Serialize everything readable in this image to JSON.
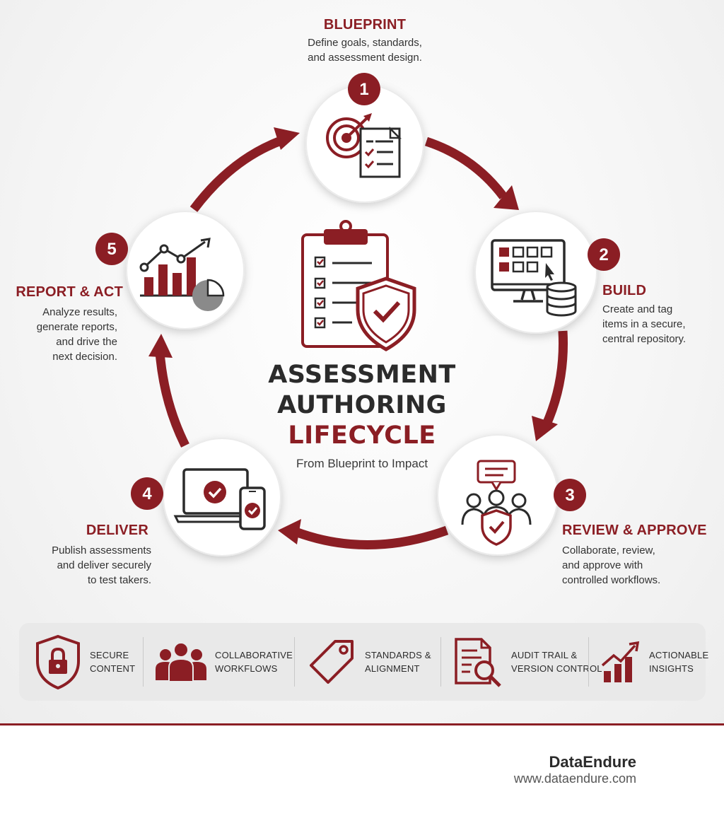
{
  "colors": {
    "accent": "#8b1e24",
    "dark": "#2b2b2b",
    "panel": "#e9e9e9"
  },
  "center": {
    "title_line1": "ASSESSMENT",
    "title_line2": "AUTHORING",
    "title_line3": "LIFECYCLE",
    "subtitle": "From Blueprint to Impact",
    "icon": "clipboard-shield-icon"
  },
  "steps": [
    {
      "number": "1",
      "title": "BLUEPRINT",
      "desc": [
        "Define goals, standards,",
        "and assessment design."
      ],
      "icon": "target-document-icon"
    },
    {
      "number": "2",
      "title": "BUILD",
      "desc": [
        "Create and tag",
        "items in a secure,",
        "central repository."
      ],
      "icon": "monitor-database-icon"
    },
    {
      "number": "3",
      "title": "REVIEW & APPROVE",
      "desc": [
        "Collaborate, review,",
        "and approve with",
        "controlled workflows."
      ],
      "icon": "team-review-icon"
    },
    {
      "number": "4",
      "title": "DELIVER",
      "desc": [
        "Publish assessments",
        "and deliver securely",
        "to test takers."
      ],
      "icon": "laptop-phone-icon"
    },
    {
      "number": "5",
      "title": "REPORT & ACT",
      "desc": [
        "Analyze results,",
        "generate reports,",
        "and drive the",
        "next decision."
      ],
      "icon": "chart-analytics-icon"
    }
  ],
  "features": [
    {
      "line1": "SECURE",
      "line2": "CONTENT",
      "icon": "shield-lock-icon"
    },
    {
      "line1": "COLLABORATIVE",
      "line2": "WORKFLOWS",
      "icon": "people-icon"
    },
    {
      "line1": "STANDARDS &",
      "line2": "ALIGNMENT",
      "icon": "tag-icon"
    },
    {
      "line1": "AUDIT TRAIL &",
      "line2": "VERSION CONTROL",
      "icon": "document-search-icon"
    },
    {
      "line1": "ACTIONABLE",
      "line2": "INSIGHTS",
      "icon": "bar-chart-arrow-icon"
    }
  ],
  "footer": {
    "brand": "DataEndure",
    "url": "www.dataendure.com"
  }
}
